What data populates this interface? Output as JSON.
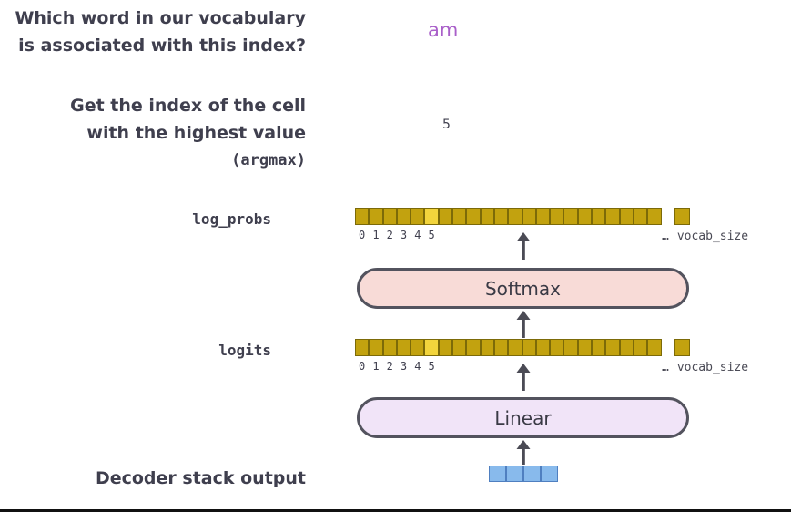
{
  "colors": {
    "text": "#3f3f4e",
    "answer_purple": "#a95fc9",
    "cell_gold": "#c2a20f",
    "cell_gold_highlight": "#f2d43c",
    "softmax_fill": "#f8dbd7",
    "linear_fill": "#f1e4f8",
    "decoder_cell_blue": "#88baec"
  },
  "question": {
    "line1": "Which word in our vocabulary",
    "line2": "is associated with this index?",
    "answer": "am"
  },
  "argmax_step": {
    "line1": "Get the index of the cell",
    "line2": "with the highest value",
    "line3": "(argmax)",
    "result": "5"
  },
  "log_probs": {
    "label": "log_probs",
    "num_cells": 22,
    "highlight_index": 5,
    "index_labels": [
      "0",
      "1",
      "2",
      "3",
      "4",
      "5"
    ],
    "ellipsis": "…",
    "vocab_label": "vocab_size"
  },
  "softmax": {
    "label": "Softmax"
  },
  "logits": {
    "label": "logits",
    "num_cells": 22,
    "highlight_index": 5,
    "index_labels": [
      "0",
      "1",
      "2",
      "3",
      "4",
      "5"
    ],
    "ellipsis": "…",
    "vocab_label": "vocab_size"
  },
  "linear": {
    "label": "Linear"
  },
  "decoder": {
    "label": "Decoder stack output",
    "num_cells": 4
  }
}
